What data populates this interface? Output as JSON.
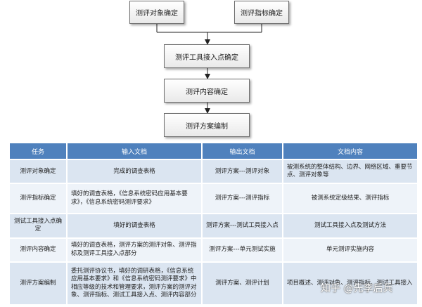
{
  "flow": {
    "nodes": {
      "object": "测评对象确定",
      "indicator": "测评指标确定",
      "access": "测评工具接入点确定",
      "content": "测评内容确定",
      "plan": "测评方案编制"
    }
  },
  "table": {
    "headers": [
      "任务",
      "输入文档",
      "输出文档",
      "文档内容"
    ],
    "rows": [
      {
        "task": "测评对象确定",
        "input": "完成的调查表格",
        "output": "测评方案---测评对象",
        "content": "被测系统的整体结构、边界、网络区域、重要节点、测评对象等"
      },
      {
        "task": "测评指标确定",
        "input": "填好的调查表格，《信息系统密码应用基本要求》，《信息系统密码测评要求》",
        "output": "测评方案---测评指标",
        "content": "被测系统定级结果、测评指标"
      },
      {
        "task": "测试工具接入点确定",
        "input": "填好的调查表格",
        "output": "测评方案---测试工具接入点",
        "content": "测试工具接入点及测试方法"
      },
      {
        "task": "测评内容确定",
        "input": "填好的调查表格，测评方案的测评对象、测评指标及测评工具接入点部分",
        "output": "测评方案---单元测试实施",
        "content": "单元测评实施内容"
      },
      {
        "task": "测评方案编制",
        "input": "委托测评协议书，填好的调研表格，《信息系统应用基本要求》和《信息系统密码测评要求》中相应等级的技术和管理要求，测评方案的测评对象、测评指标、测试工具接入点、测评内容部分",
        "output": "测评方案、测评计划",
        "content": "项目概述、测评对象、测评指标、测试工具接入"
      }
    ]
  },
  "watermark": "知乎 @先李后兵"
}
